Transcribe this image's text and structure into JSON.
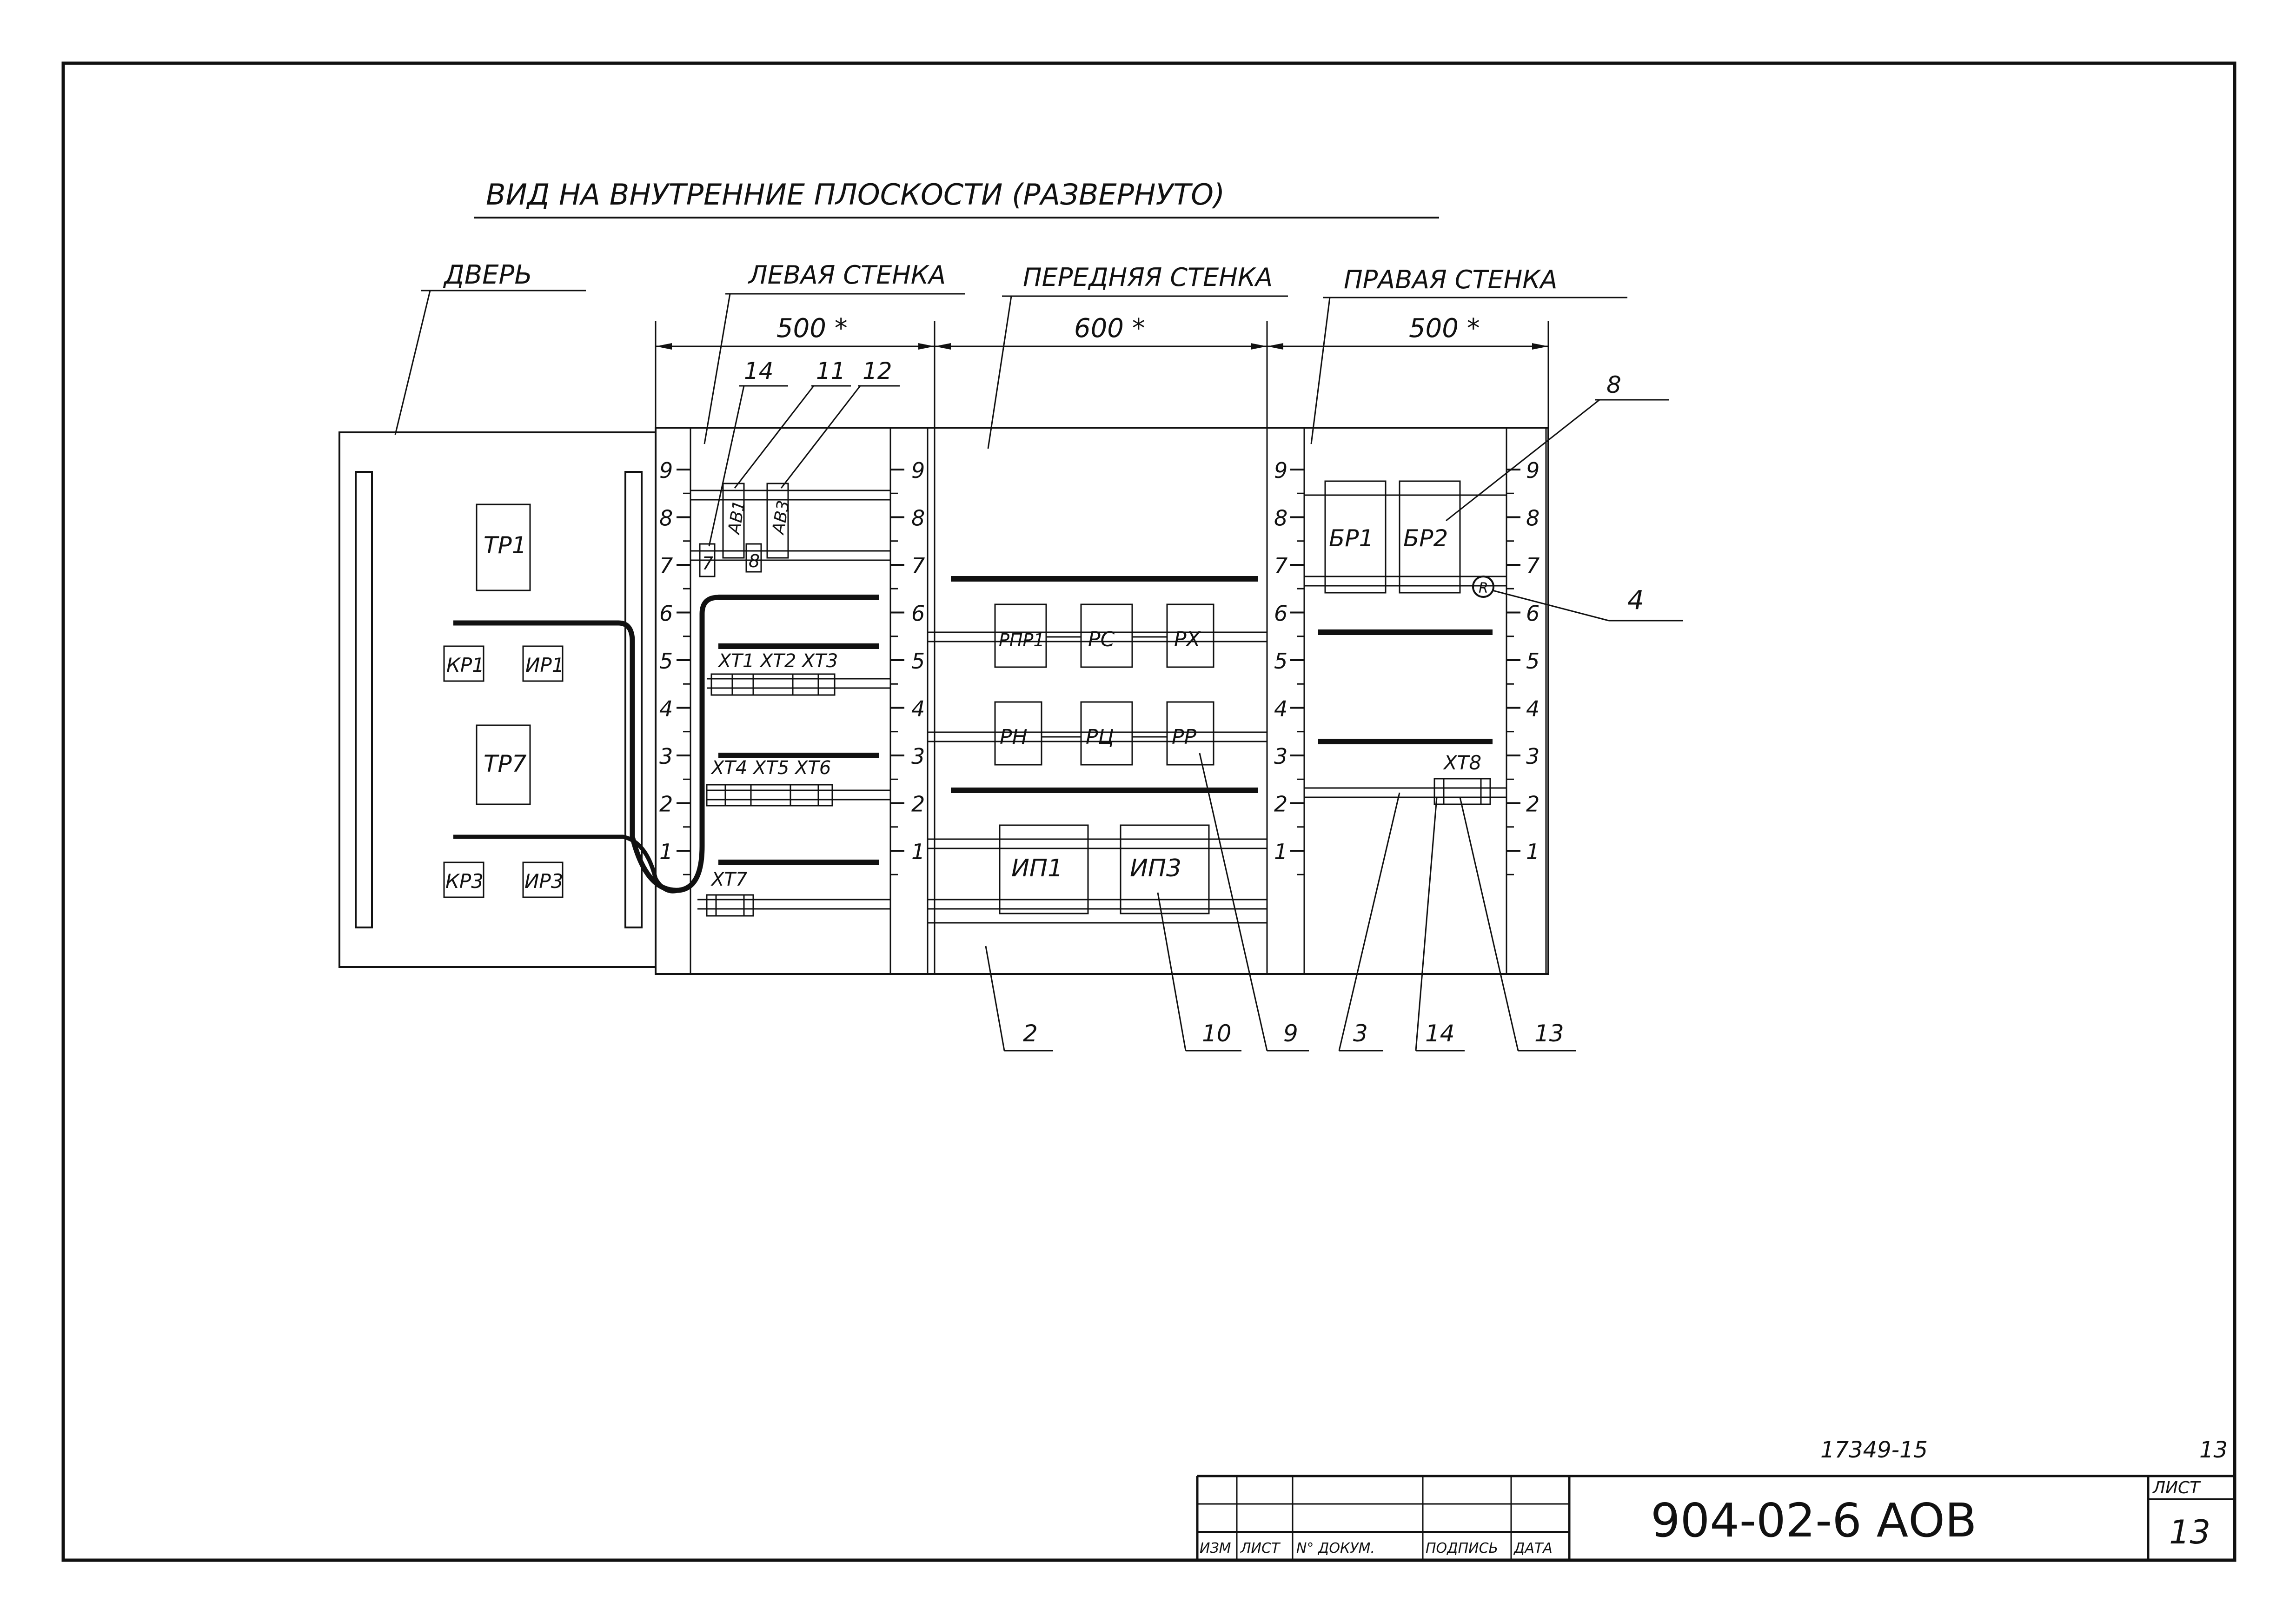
{
  "title": "ВИД НА ВНУТРЕННИЕ ПЛОСКОСТИ (РАЗВЕРНУТО)",
  "sections": {
    "door": "ДВЕРЬ",
    "left": "ЛЕВАЯ СТЕНКА",
    "front": "ПЕРЕДНЯЯ СТЕНКА",
    "right": "ПРАВАЯ СТЕНКА"
  },
  "dimensions": {
    "left": "500 *",
    "front": "600 *",
    "right": "500 *"
  },
  "scale_numbers": [
    "9",
    "8",
    "7",
    "6",
    "5",
    "4",
    "3",
    "2",
    "1"
  ],
  "door_components": {
    "tr1": "ТР1",
    "kr1": "КР1",
    "ir1": "ИР1",
    "tr7": "ТР7",
    "kr3": "КР3",
    "ir3": "ИР3"
  },
  "left_wall": {
    "av1": "АВ1",
    "av3": "АВ3",
    "sw7": "7",
    "sw8": "8",
    "terminal_group_1": "ХТ1 ХТ2 ХТ3",
    "terminal_group_2": "ХТ4 ХТ5 ХТ6",
    "terminal_xt7": "ХТ7"
  },
  "front_wall": {
    "rpr1": "РПР1",
    "rs": "РС",
    "rh": "РХ",
    "rn": "РН",
    "rts": "РЦ",
    "rr": "РР",
    "ip1": "ИП1",
    "ip3": "ИП3"
  },
  "right_wall": {
    "br1": "БР1",
    "br2": "БР2",
    "r_mark": "R",
    "terminal_xt8": "ХТ8"
  },
  "callouts": {
    "c14_top": "14",
    "c11": "11",
    "c12": "12",
    "c8": "8",
    "c4": "4",
    "c2": "2",
    "c10": "10",
    "c9": "9",
    "c3": "3",
    "c14_bottom": "14",
    "c13": "13"
  },
  "title_block": {
    "archive_number": "17349-15",
    "page_corner": "13",
    "headers": [
      "ИЗМ",
      "ЛИСТ",
      "N° ДОКУМ.",
      "ПОДПИСЬ",
      "ДАТА"
    ],
    "designation": "904-02-6 АОВ",
    "sheet_label": "ЛИСТ",
    "sheet_number": "13"
  }
}
